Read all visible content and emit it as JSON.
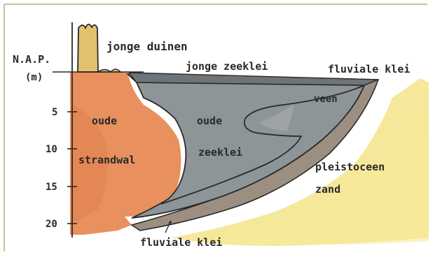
{
  "diagram": {
    "axis": {
      "datum_label": "N.A.P.",
      "unit_label": "(m)",
      "ticks": [
        "5",
        "10",
        "15",
        "20"
      ]
    },
    "layers": {
      "young_dunes": "jonge duinen",
      "young_sea_clay": "jonge zeeklei",
      "fluvial_clay_top": "fluviale klei",
      "peat": "veen",
      "old_sea_clay_line1": "oude",
      "old_sea_clay_line2": "zeeklei",
      "old_beach_ridge_line1": "oude",
      "old_beach_ridge_line2": "strandwal",
      "pleistocene_sand_line1": "pleistoceen",
      "pleistocene_sand_line2": "zand",
      "fluvial_clay_bottom": "fluviale klei"
    },
    "colors": {
      "beach_ridge": "#e8915e",
      "dunes": "#e3c16f",
      "sea_clay": "#8d9599",
      "peat_band": "#9c8f82",
      "sand": "#f3e07a",
      "frame": "#b8ad74"
    }
  }
}
